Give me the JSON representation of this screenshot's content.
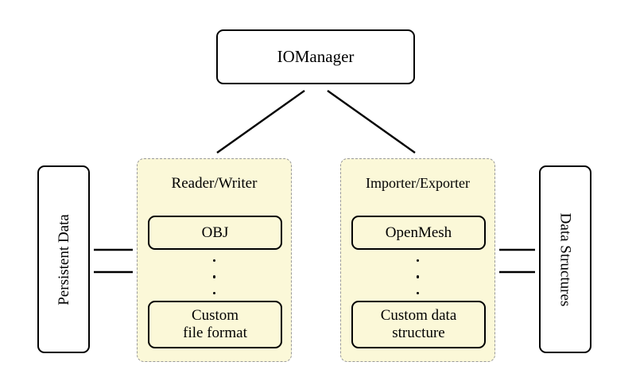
{
  "diagram": {
    "title_box": {
      "label": "IOManager"
    },
    "side_boxes": {
      "left": {
        "label": "Persistent Data"
      },
      "right": {
        "label": "Data Structures"
      }
    },
    "groups": [
      {
        "id": "reader-writer",
        "title": "Reader/Writer",
        "items": [
          {
            "label": "OBJ"
          },
          {
            "label": "⋮"
          },
          {
            "label_line1": "Custom",
            "label_line2": "file format"
          }
        ]
      },
      {
        "id": "importer-exporter",
        "title": "Importer/Exporter",
        "items": [
          {
            "label": "OpenMesh"
          },
          {
            "label": "⋮"
          },
          {
            "label_line1": "Custom data",
            "label_line2": "structure"
          }
        ]
      }
    ],
    "connections": [
      {
        "name": "iomanager-to-reader-writer",
        "style": "double-headed"
      },
      {
        "name": "iomanager-to-importer-exporter",
        "style": "double-headed"
      },
      {
        "name": "persistent-data-to-reader-writer",
        "style": "single-headed-right"
      },
      {
        "name": "reader-writer-to-persistent-data",
        "style": "single-headed-left"
      },
      {
        "name": "data-structures-to-importer-exporter",
        "style": "single-headed-left"
      },
      {
        "name": "importer-exporter-to-data-structures",
        "style": "single-headed-right"
      }
    ],
    "colors": {
      "group_fill": "#fbf8d8",
      "group_border": "#9a9a9a",
      "node_border": "#000000",
      "background": "#ffffff"
    }
  }
}
